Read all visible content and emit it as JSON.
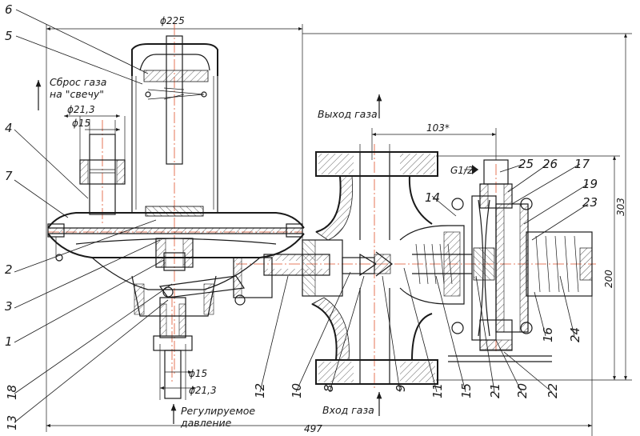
{
  "dimensions": {
    "d225": "ϕ225",
    "d21_3_top": "ϕ21,3",
    "d15_top": "ϕ15",
    "d15_bottom": "ϕ15",
    "d21_3_bottom": "ϕ21,3",
    "d103": "103*",
    "d303": "303",
    "d200": "200",
    "d497": "497",
    "g12": "G1/2"
  },
  "notes": {
    "vent_line1": "Сброс газа",
    "vent_line2": "на \"свечу\"",
    "outlet": "Выход газа",
    "inlet": "Вход газа",
    "regulated_line1": "Регулируемое",
    "regulated_line2": "давление"
  },
  "callouts": {
    "c1": "1",
    "c2": "2",
    "c3": "3",
    "c4": "4",
    "c5": "5",
    "c6": "6",
    "c7": "7",
    "c8": "8",
    "c9": "9",
    "c10": "10",
    "c11": "11",
    "c12": "12",
    "c13": "13",
    "c14": "14",
    "c15": "15",
    "c16": "16",
    "c17": "17",
    "c18": "18",
    "c19": "19",
    "c20": "20",
    "c21": "21",
    "c22": "22",
    "c23": "23",
    "c24": "24",
    "c25": "25",
    "c26": "26"
  }
}
